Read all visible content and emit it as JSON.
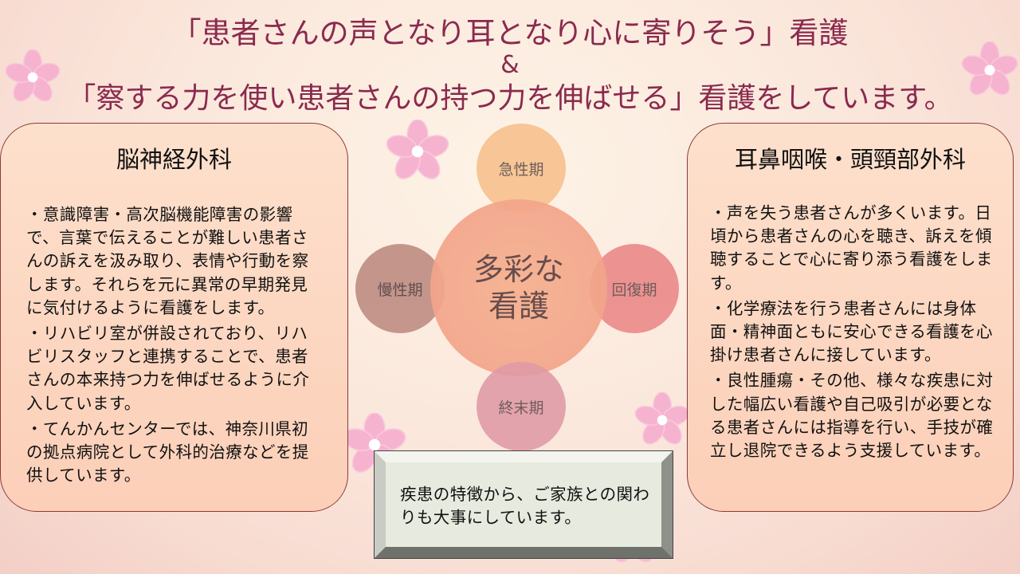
{
  "title": {
    "line1": "「患者さんの声となり耳となり心に寄りそう」看護",
    "line2": "&",
    "line3": "「察する力を使い患者さんの持つ力を伸ばせる」看護をしています。"
  },
  "left_panel": {
    "heading": "脳神経外科",
    "paragraphs": [
      "・意識障害・高次脳機能障害の影響で、言葉で伝えることが難しい患者さんの訴えを汲み取り、表情や行動を察します。それらを元に異常の早期発見に気付けるように看護をします。",
      "・リハビリ室が併設されており、リハビリスタッフと連携することで、患者さんの本来持つ力を伸ばせるように介入しています。",
      "・てんかんセンターでは、神奈川県初の拠点病院として外科的治療などを提供しています。"
    ]
  },
  "right_panel": {
    "heading": "耳鼻咽喉・頭頸部外科",
    "paragraphs": [
      "・声を失う患者さんが多くいます。日頃から患者さんの心を聴き、訴えを傾聴することで心に寄り添う看護をします。",
      "・化学療法を行う患者さんには身体面・精神面ともに安心できる看護を心掛け患者さんに接しています。",
      "・良性腫瘍・その他、様々な疾患に対した幅広い看護や自己吸引が必要となる患者さんには指導を行い、手技が確立し退院できるよう支援しています。"
    ]
  },
  "diagram": {
    "center_line1": "多彩な",
    "center_line2": "看護",
    "top": "急性期",
    "left": "慢性期",
    "right": "回復期",
    "bottom": "終末期"
  },
  "notice": {
    "text": "疾患の特徴から、ご家族との関わりも大事にしています。"
  },
  "colors": {
    "title": "#8a2a4e",
    "flower": "#f6b3cf",
    "panel_border": "#8a3a3a"
  }
}
